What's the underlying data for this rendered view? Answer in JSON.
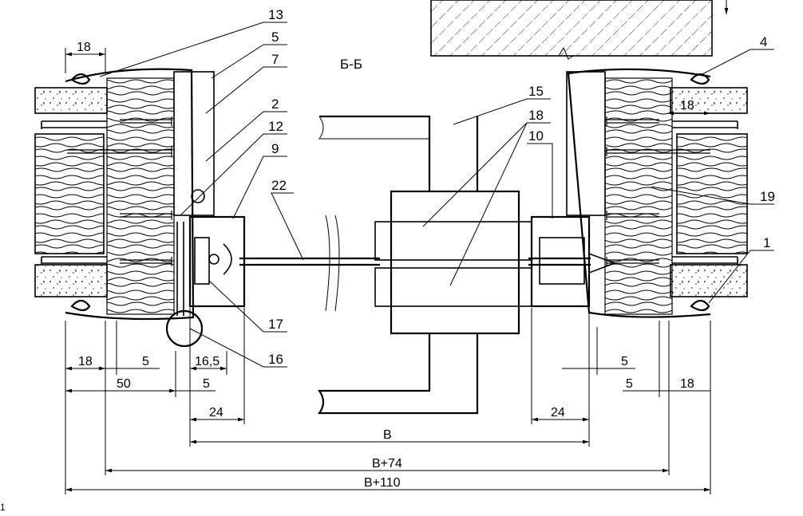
{
  "section_title": "Б-Б",
  "callouts": {
    "c1": "1",
    "c2": "2",
    "c4": "4",
    "c5": "5",
    "c7": "7",
    "c9": "9",
    "c10": "10",
    "c12": "12",
    "c13": "13",
    "c15": "15",
    "c16": "16",
    "c17": "17",
    "c18": "18",
    "c19": "19",
    "c22": "22"
  },
  "dims": {
    "top_left_18": "18",
    "top_right_18": "18",
    "bl_18": "18",
    "bl_5": "5",
    "bl_16_5": "16,5",
    "bl_50": "50",
    "bl_5b": "5",
    "bl_24": "24",
    "br_5a": "5",
    "br_5b": "5",
    "br_18": "18",
    "br_24": "24",
    "overall_B": "В",
    "overall_B74": "В+74",
    "overall_B110": "В+110"
  },
  "corner_mark": "1"
}
